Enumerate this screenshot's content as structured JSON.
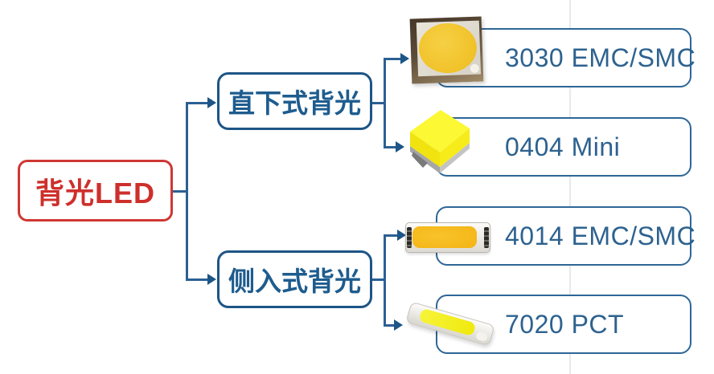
{
  "diagram": {
    "root": {
      "label": "背光LED"
    },
    "branches": [
      {
        "label": "直下式背光",
        "children": [
          {
            "label": "3030 EMC/SMC",
            "image": "3030-smd-led-top-view"
          },
          {
            "label": "0404 Mini",
            "image": "0404-mini-led-cube"
          }
        ]
      },
      {
        "label": "侧入式背光",
        "children": [
          {
            "label": "4014 EMC/SMC",
            "image": "4014-smd-led-front-view"
          },
          {
            "label": "7020 PCT",
            "image": "7020-pct-led-bar"
          }
        ]
      }
    ],
    "colors": {
      "root_accent": "#ce332e",
      "node_blue": "#1d5586",
      "line_blue": "#2b6093",
      "leaf_text_blue": "#2d628f",
      "led_phosphor_yellow": "#f2c52f",
      "led_bright_yellow": "#f4ec15",
      "led_amber": "#f5bb1b"
    }
  }
}
